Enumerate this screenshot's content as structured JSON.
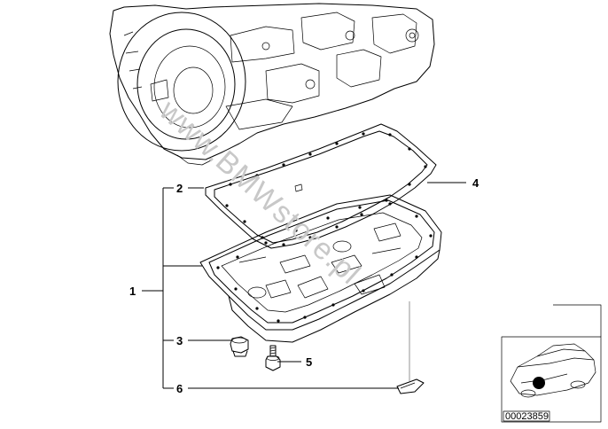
{
  "callouts": [
    {
      "id": "1",
      "label": "1"
    },
    {
      "id": "2",
      "label": "2"
    },
    {
      "id": "3",
      "label": "3"
    },
    {
      "id": "4",
      "label": "4"
    },
    {
      "id": "5",
      "label": "5"
    },
    {
      "id": "6",
      "label": "6"
    }
  ],
  "watermark": "www.BMWstore.pl",
  "thumbnail": {
    "reference_code": "00023859"
  }
}
